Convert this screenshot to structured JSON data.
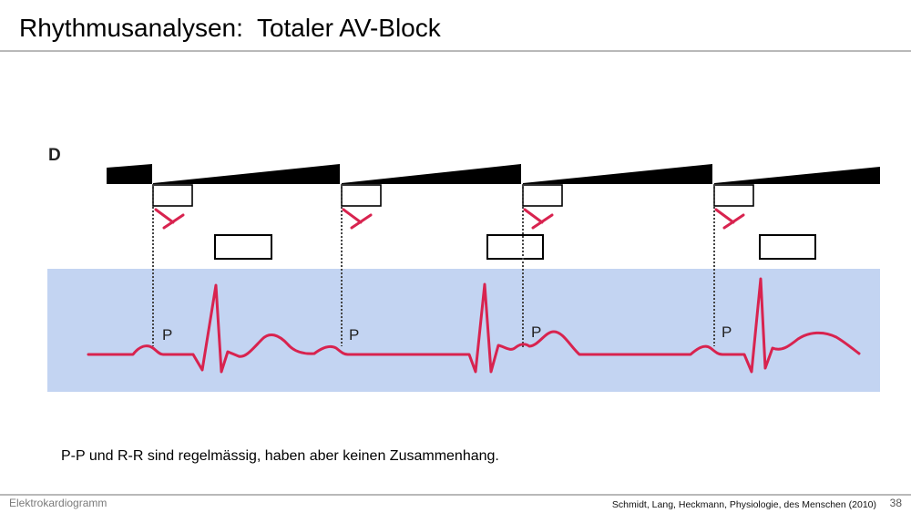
{
  "slide": {
    "title": "Rhythmusanalysen:  Totaler AV-Block",
    "caption": "P-P und R-R sind regelmässig, haben aber keinen Zusammenhang."
  },
  "figure": {
    "panel_label": "D",
    "p_wave_labels": [
      "P",
      "P",
      "P",
      "P"
    ],
    "colors": {
      "ecg_trace": "#d8234f",
      "ecg_background": "#c3d4f2",
      "ramp_fill": "#000000",
      "block_symbol": "#d8234f"
    }
  },
  "footer": {
    "left": "Elektrokardiogramm",
    "source": "Schmidt, Lang, Heckmann, Physiologie, des Menschen (2010)",
    "page": "38"
  }
}
